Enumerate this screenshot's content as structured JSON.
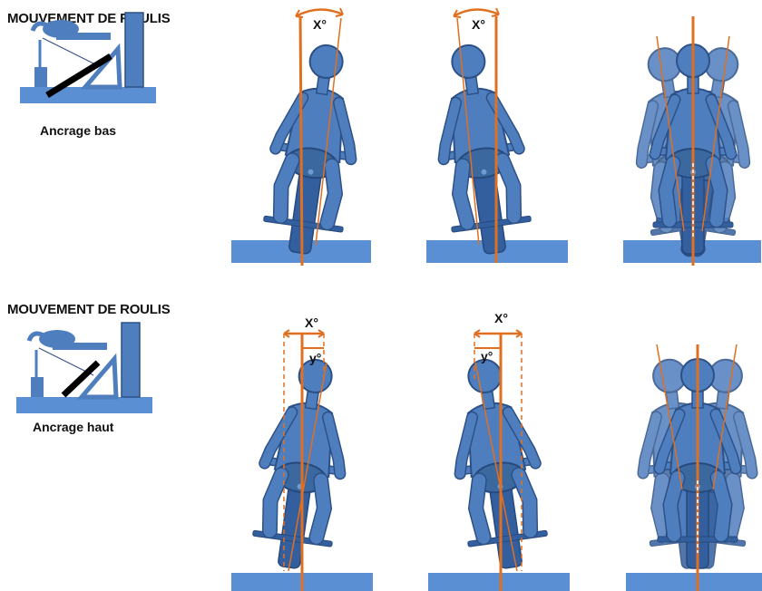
{
  "rows": [
    {
      "title": "MOUVEMENT DE ROULIS",
      "caption": "Ancrage bas",
      "angle_labels": [
        "X°",
        "X°"
      ]
    },
    {
      "title": "MOUVEMENT DE ROULIS",
      "caption": "Ancrage haut",
      "angle_labels": [
        "X°",
        "y°",
        "X°",
        "y°"
      ]
    }
  ],
  "colors": {
    "body": "#4f7ebf",
    "outline": "#2c5187",
    "axis": "#e07020",
    "platform": "#5b8fd3"
  }
}
